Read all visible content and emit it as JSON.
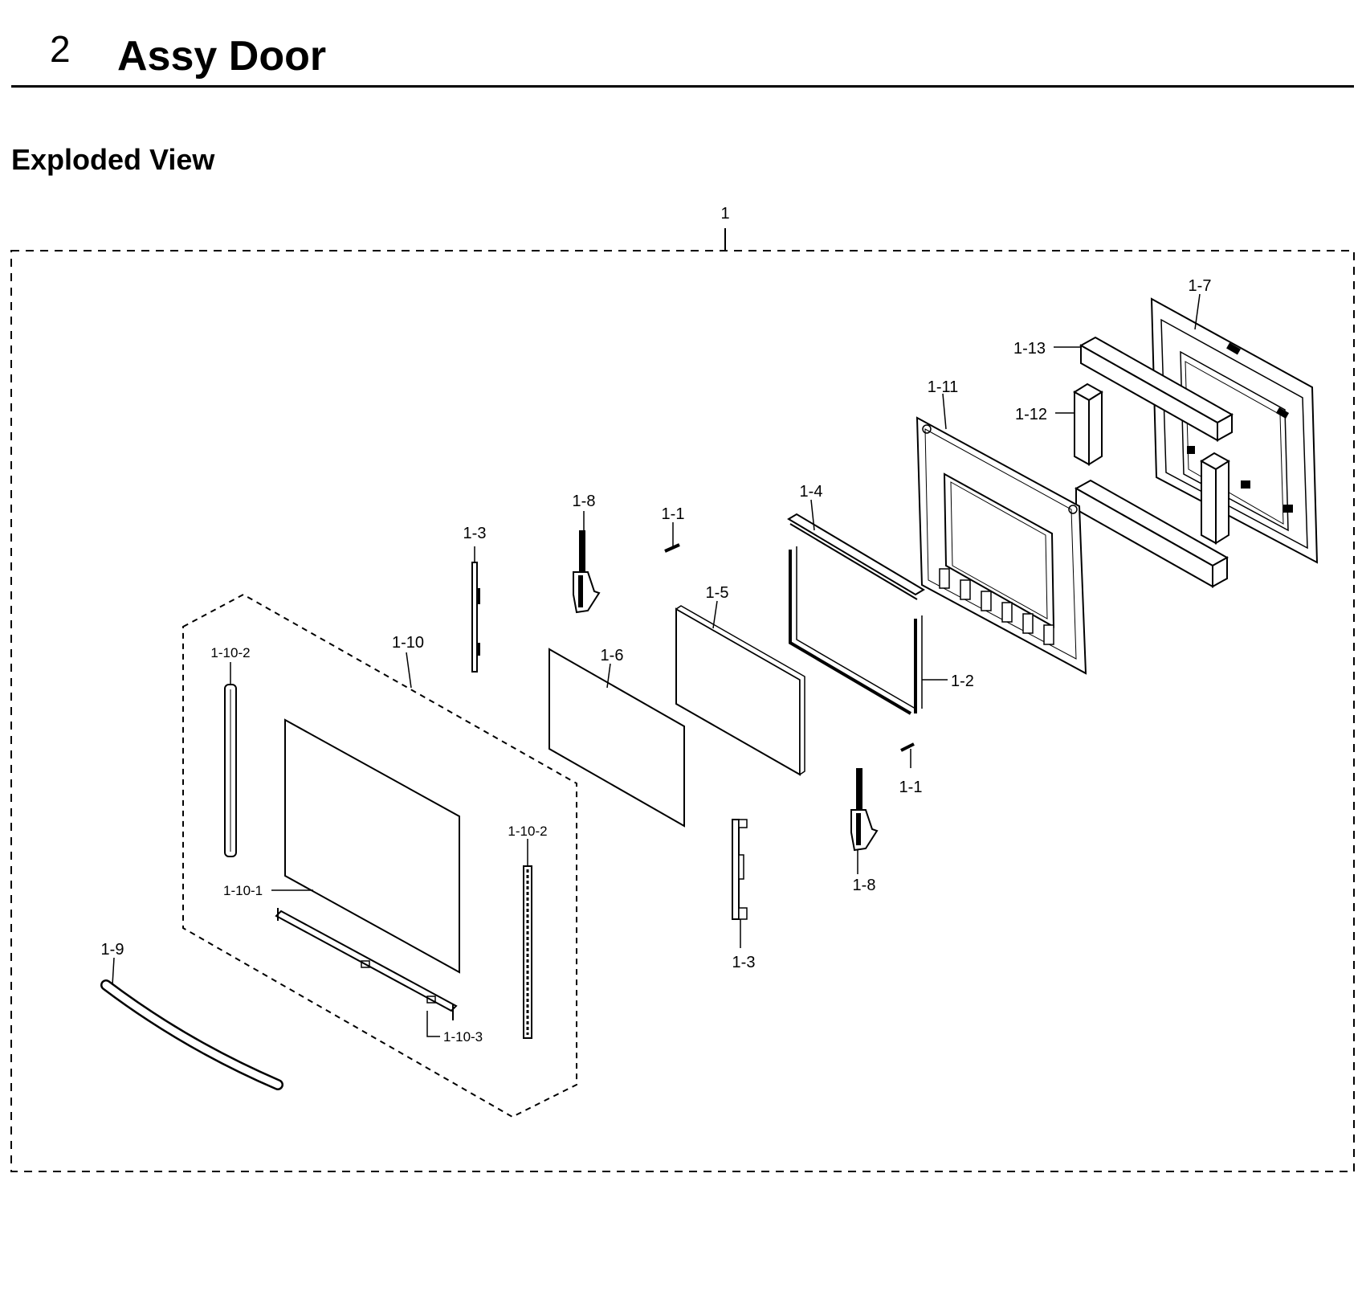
{
  "header": {
    "section_number": "2",
    "section_title": "Assy Door",
    "subtitle": "Exploded View"
  },
  "diagram": {
    "assembly_label": "1",
    "parts": [
      {
        "id": "p1-7",
        "label": "1-7"
      },
      {
        "id": "p1-13",
        "label": "1-13"
      },
      {
        "id": "p1-12",
        "label": "1-12"
      },
      {
        "id": "p1-11",
        "label": "1-11"
      },
      {
        "id": "p1-4",
        "label": "1-4"
      },
      {
        "id": "p1-1a",
        "label": "1-1"
      },
      {
        "id": "p1-8a",
        "label": "1-8"
      },
      {
        "id": "p1-3a",
        "label": "1-3"
      },
      {
        "id": "p1-5",
        "label": "1-5"
      },
      {
        "id": "p1-2",
        "label": "1-2"
      },
      {
        "id": "p1-6",
        "label": "1-6"
      },
      {
        "id": "p1-10",
        "label": "1-10"
      },
      {
        "id": "p1-10-2a",
        "label": "1-10-2"
      },
      {
        "id": "p1-10-2b",
        "label": "1-10-2"
      },
      {
        "id": "p1-10-1",
        "label": "1-10-1"
      },
      {
        "id": "p1-10-3",
        "label": "1-10-3"
      },
      {
        "id": "p1-9",
        "label": "1-9"
      },
      {
        "id": "p1-1b",
        "label": "1-1"
      },
      {
        "id": "p1-8b",
        "label": "1-8"
      },
      {
        "id": "p1-3b",
        "label": "1-3"
      }
    ]
  }
}
